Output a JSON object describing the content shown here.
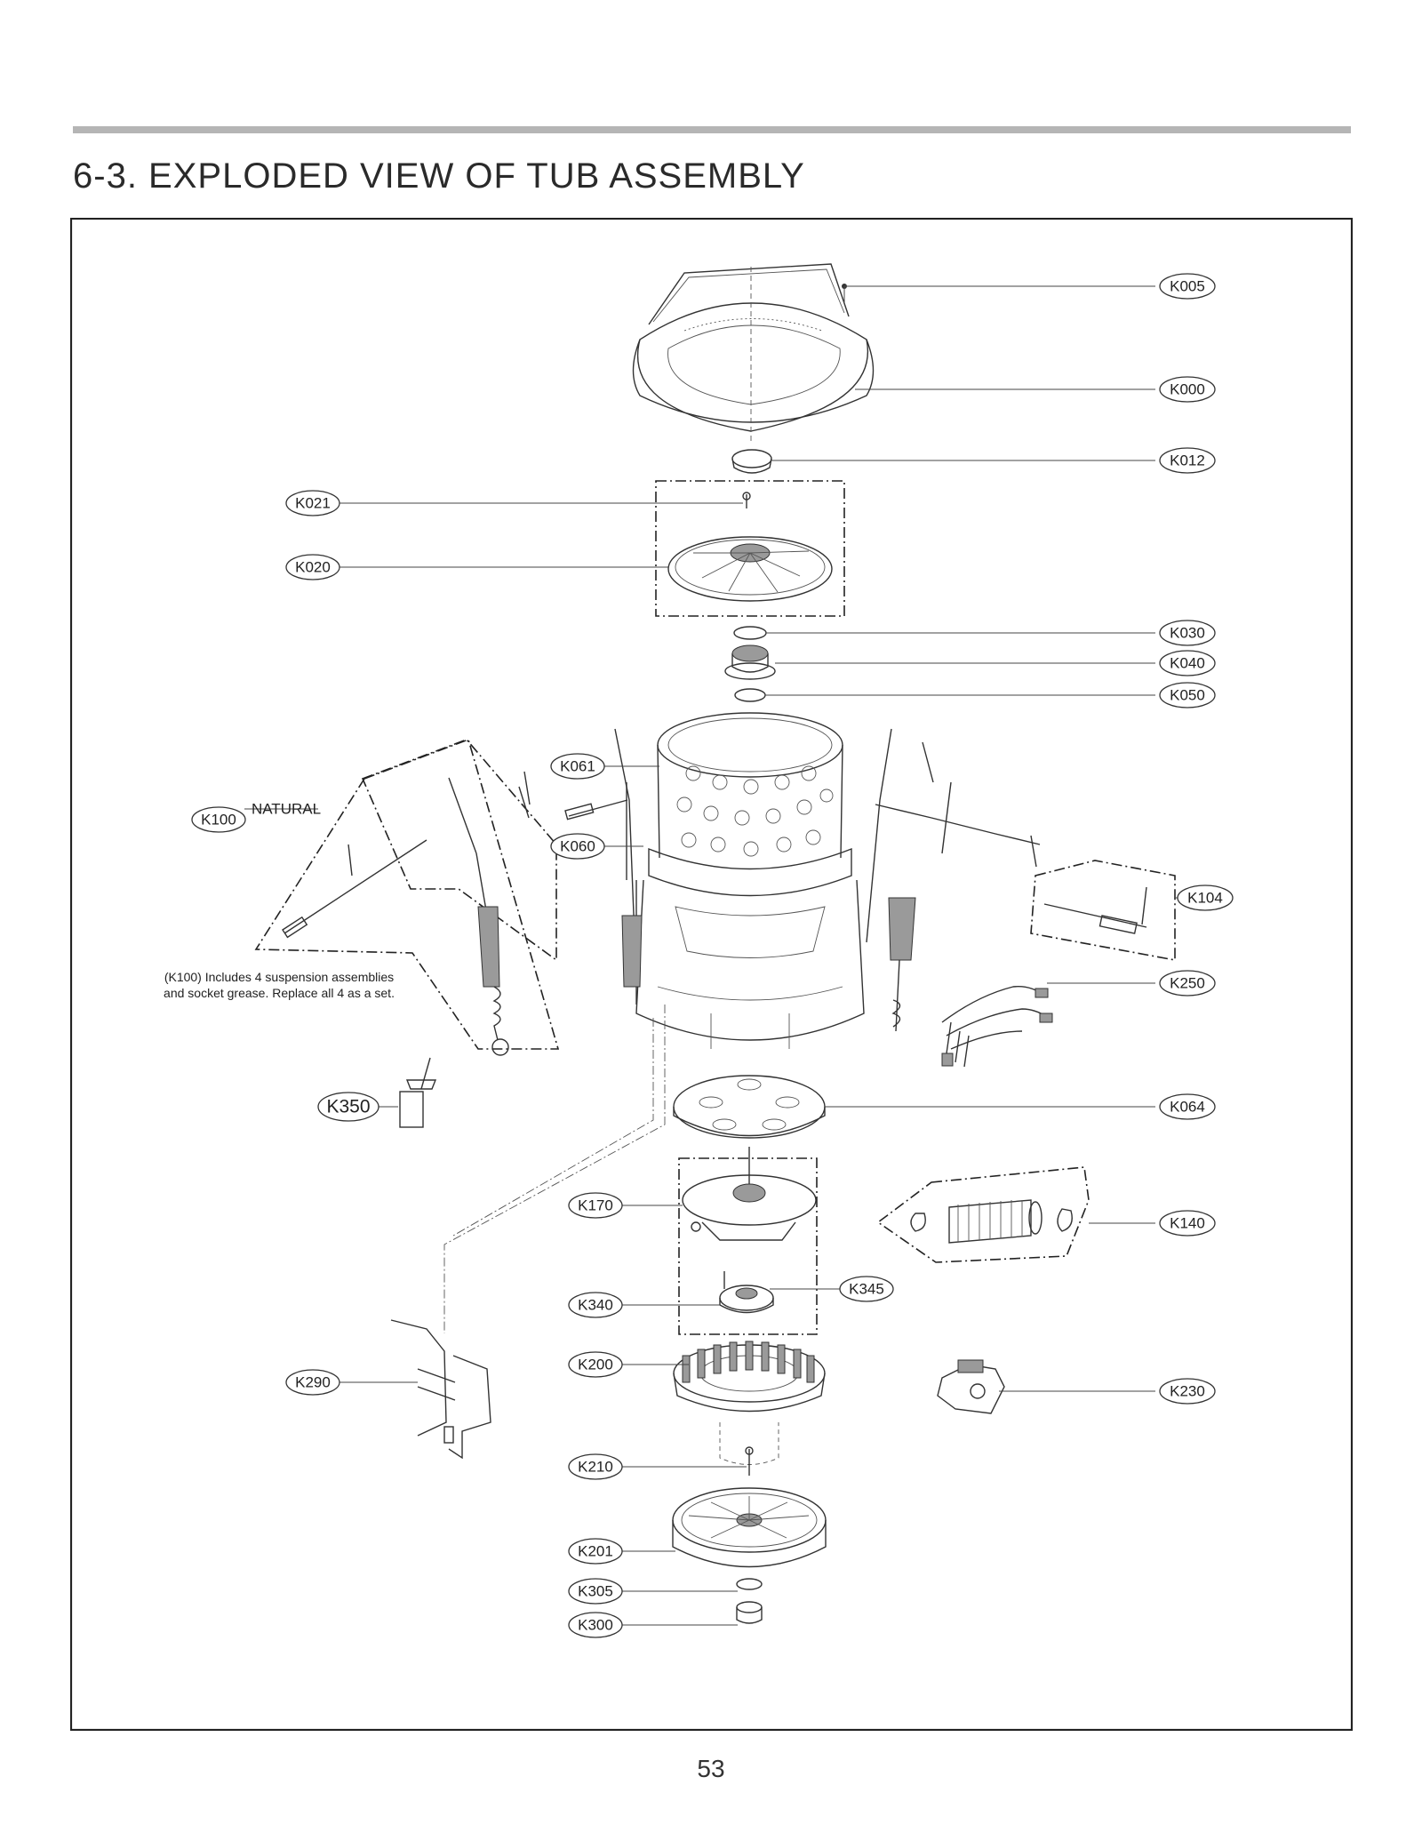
{
  "title": "6-3. EXPLODED VIEW OF TUB ASSEMBLY",
  "page_number": "53",
  "callouts": [
    {
      "id": "k005",
      "text": "K005"
    },
    {
      "id": "k000",
      "text": "K000"
    },
    {
      "id": "k012",
      "text": "K012"
    },
    {
      "id": "k021",
      "text": "K021"
    },
    {
      "id": "k020",
      "text": "K020"
    },
    {
      "id": "k030",
      "text": "K030"
    },
    {
      "id": "k040",
      "text": "K040"
    },
    {
      "id": "k050",
      "text": "K050"
    },
    {
      "id": "k061",
      "text": "K061"
    },
    {
      "id": "k100",
      "text": "K100"
    },
    {
      "id": "k060",
      "text": "K060"
    },
    {
      "id": "k104",
      "text": "K104"
    },
    {
      "id": "k250",
      "text": "K250"
    },
    {
      "id": "k350",
      "text": "K350"
    },
    {
      "id": "k064",
      "text": "K064"
    },
    {
      "id": "k170",
      "text": "K170"
    },
    {
      "id": "k140",
      "text": "K140"
    },
    {
      "id": "k340",
      "text": "K340"
    },
    {
      "id": "k345",
      "text": "K345"
    },
    {
      "id": "k200",
      "text": "K200"
    },
    {
      "id": "k290",
      "text": "K290"
    },
    {
      "id": "k230",
      "text": "K230"
    },
    {
      "id": "k210",
      "text": "K210"
    },
    {
      "id": "k201",
      "text": "K201"
    },
    {
      "id": "k305",
      "text": "K305"
    },
    {
      "id": "k300",
      "text": "K300"
    }
  ],
  "natural_label": "NATURAL",
  "k100_note": {
    "line1": "(K100) Includes 4 suspension assemblies",
    "line2": "and socket grease. Replace all 4 as a set."
  }
}
